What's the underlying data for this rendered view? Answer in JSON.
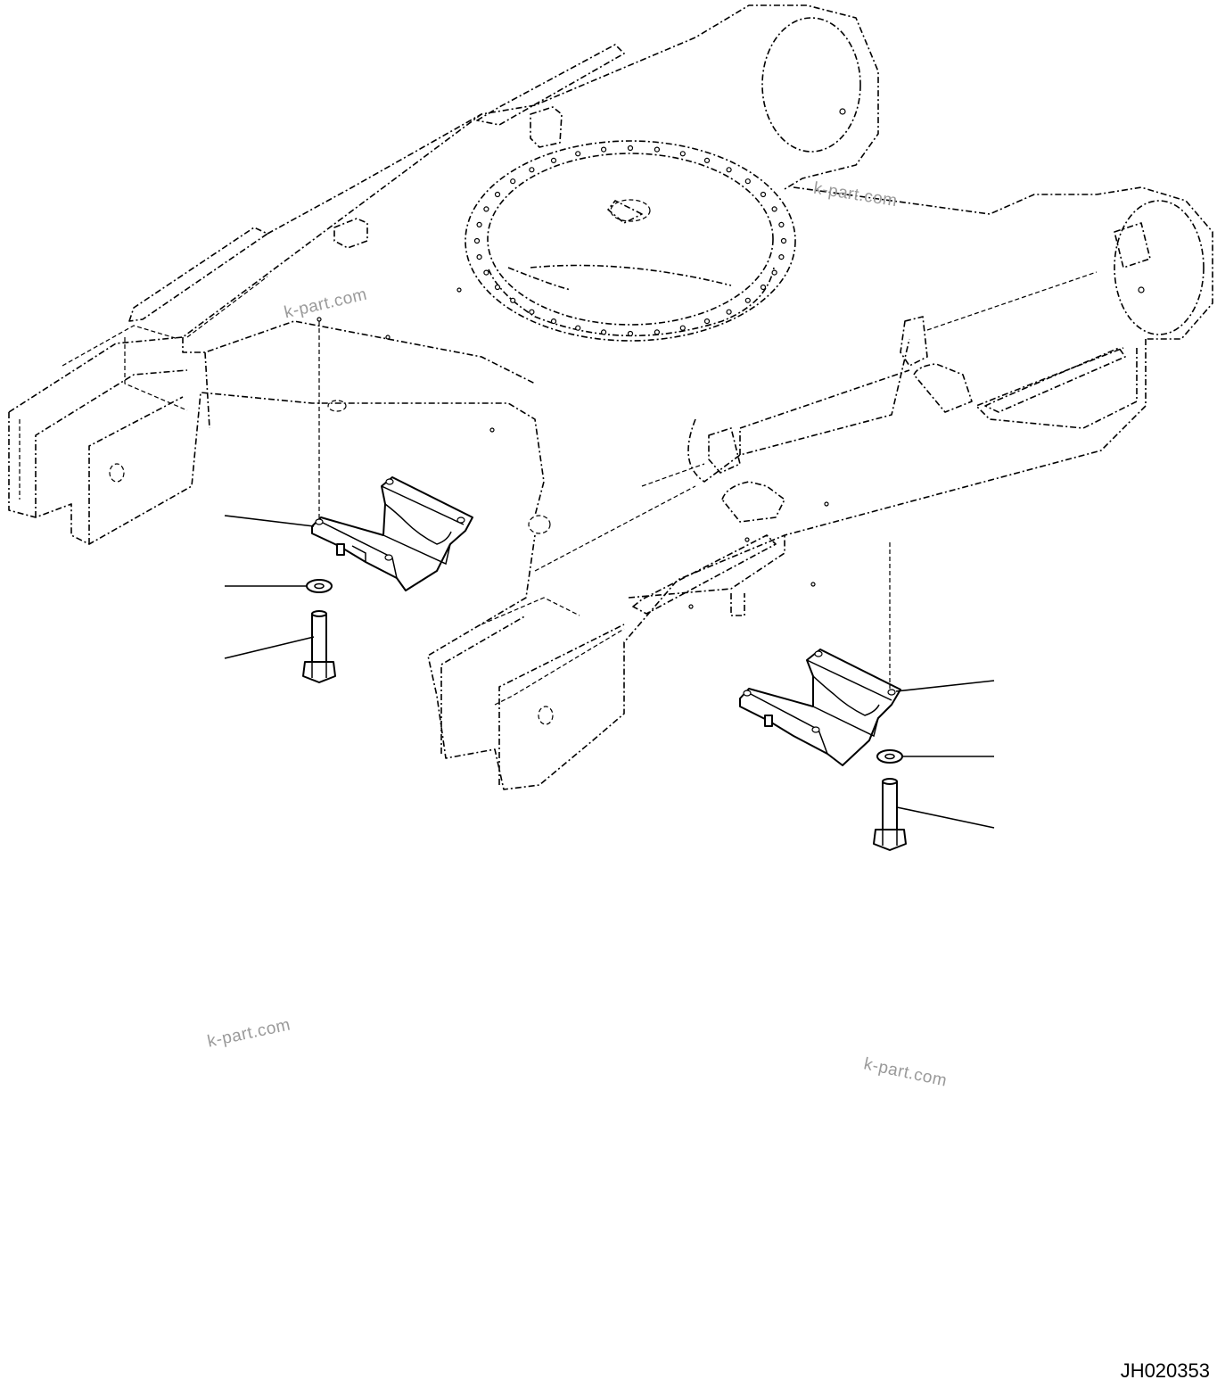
{
  "watermarks": [
    "k-part.com",
    "k-part.com",
    "k-part.com",
    "k-part.com"
  ],
  "drawing_id": "JH020353",
  "parts": [
    {
      "name": "left-track-guard"
    },
    {
      "name": "left-washer"
    },
    {
      "name": "left-bolt"
    },
    {
      "name": "right-track-guard"
    },
    {
      "name": "right-washer"
    },
    {
      "name": "right-bolt"
    }
  ]
}
